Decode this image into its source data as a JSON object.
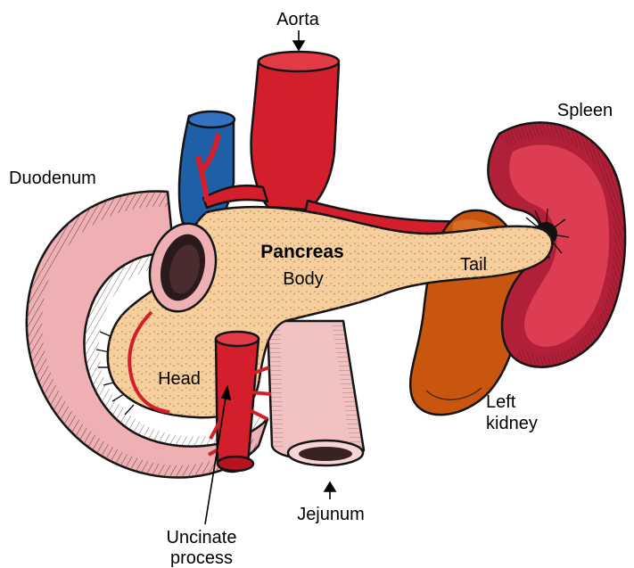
{
  "labels": {
    "aorta": "Aorta",
    "spleen": "Spleen",
    "duodenum": "Duodenum",
    "pancreas": "Pancreas",
    "body": "Body",
    "tail": "Tail",
    "head": "Head",
    "left_kidney_line1": "Left",
    "left_kidney_line2": "kidney",
    "jejunum": "Jejunum",
    "uncinate_line1": "Uncinate",
    "uncinate_line2": "process"
  },
  "colors": {
    "artery_red": "#d21f2b",
    "vein_blue": "#1f5fa8",
    "pancreas_tan": "#f7cf9c",
    "duodenum_pink": "#eeb0b3",
    "jejunum_pink": "#f2c2c3",
    "spleen_red": "#c9364a",
    "spleen_inner": "#e34c5f",
    "kidney_orange": "#c8560f",
    "outline": "#141414"
  }
}
